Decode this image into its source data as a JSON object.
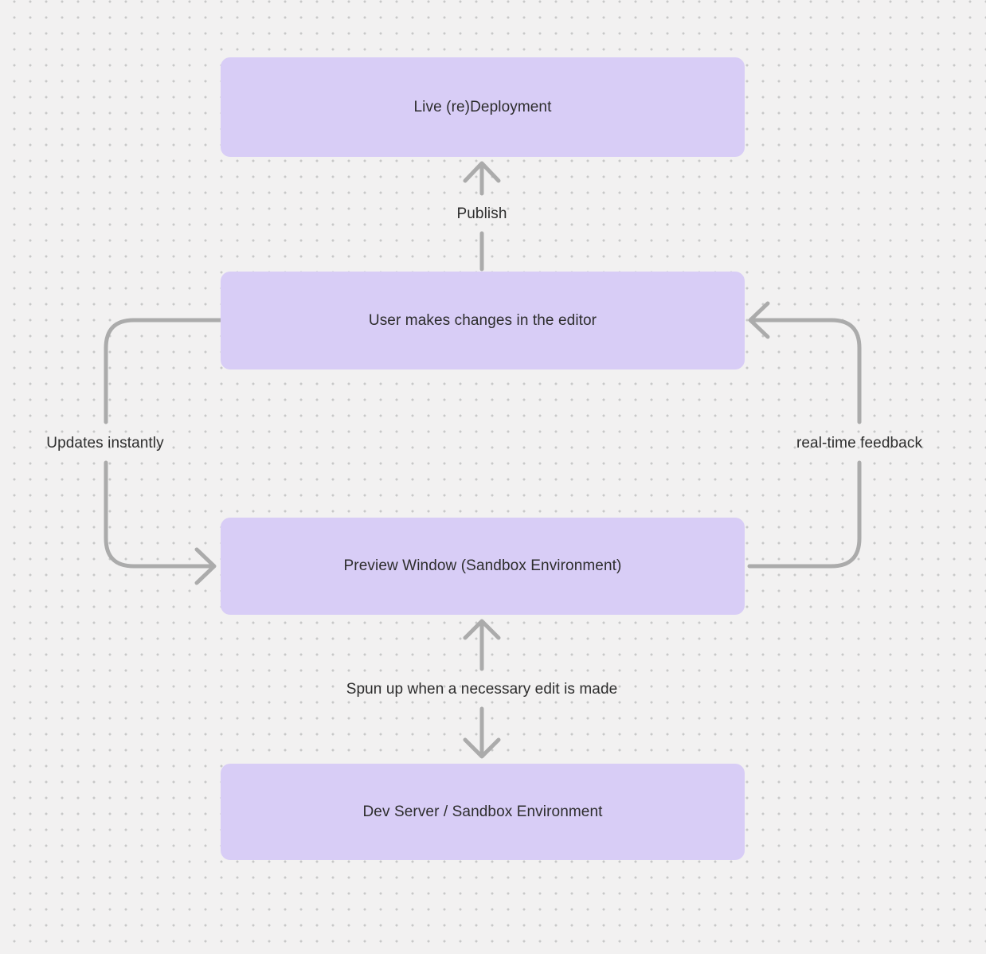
{
  "canvas": {
    "background_color": "#f2f1f1",
    "dot_color": "#c8c8c8",
    "node_fill": "#d8cdf6",
    "arrow_color": "#ababab",
    "text_color": "#2d2d2d"
  },
  "nodes": [
    {
      "id": "live-redeployment",
      "label": "Live (re)Deployment"
    },
    {
      "id": "user-editor",
      "label": "User makes changes in the editor"
    },
    {
      "id": "preview-window",
      "label": "Preview Window (Sandbox Environment)"
    },
    {
      "id": "dev-server",
      "label": "Dev Server / Sandbox Environment"
    }
  ],
  "edges": [
    {
      "id": "publish",
      "label": "Publish",
      "from": "user-editor",
      "to": "live-redeployment",
      "direction": "up"
    },
    {
      "id": "updates-instantly",
      "label": "Updates instantly",
      "from": "user-editor",
      "to": "preview-window",
      "direction": "left-down"
    },
    {
      "id": "real-time-feedback",
      "label": "real-time feedback",
      "from": "preview-window",
      "to": "user-editor",
      "direction": "right-up"
    },
    {
      "id": "spun-up",
      "label": "Spun up when a necessary edit is made",
      "from": "preview-window",
      "to": "dev-server",
      "direction": "bidirectional"
    }
  ]
}
